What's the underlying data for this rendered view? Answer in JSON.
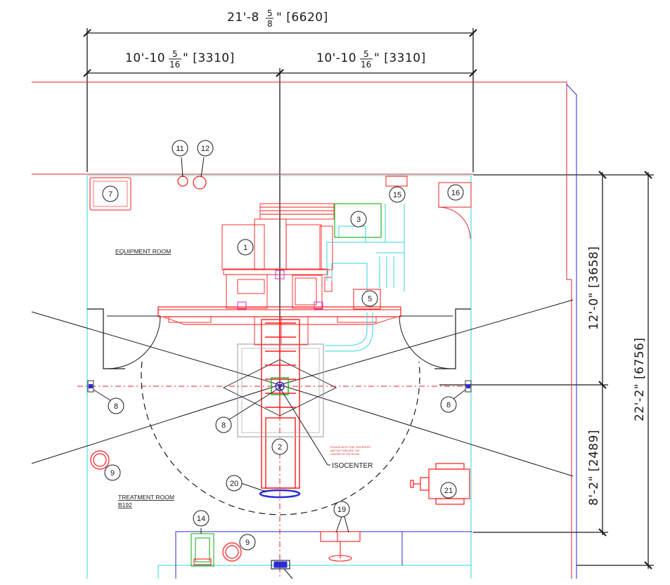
{
  "dimensions": {
    "overall_width": {
      "main": "21'-8",
      "num": "5",
      "den": "8",
      "tail": "\" [6620]"
    },
    "left_half": {
      "main": "10'-10",
      "num": "5",
      "den": "16",
      "tail": "\" [3310]"
    },
    "right_half": {
      "main": "10'-10",
      "num": "5",
      "den": "16",
      "tail": "\" [3310]"
    },
    "upper_depth": "12'-0\" [3658]",
    "lower_depth": "8'-2\" [2489]",
    "overall_depth": "22'-2\" [6756]"
  },
  "rooms": {
    "equipment": "EQUIPMENT ROOM",
    "treatment": "TREATMENT ROOM",
    "treatment_number": "B192"
  },
  "labels": {
    "isocenter": "ISOCENTER",
    "note_line1": "PLEASE NOTE THAT ISOCENTER",
    "note_line2": "MAY NOT INDICATE THE",
    "note_line3": "CENTER OF THE ROOM"
  },
  "callouts": {
    "c1": "1",
    "c2": "2",
    "c3": "3",
    "c5": "5",
    "c7": "7",
    "c8a": "8",
    "c8b": "8",
    "c8c": "8",
    "c9a": "9",
    "c9b": "9",
    "c11": "11",
    "c12": "12",
    "c14": "14",
    "c15": "15",
    "c16": "16",
    "c19": "19",
    "c20": "20",
    "c21": "21"
  },
  "colors": {
    "wall": "#e0222a",
    "equipment": "#ff1a1a",
    "room_outline": "#33d6e0",
    "boundary": "#2b2bd6",
    "green_unit": "#22b522",
    "magenta": "#d02cd0",
    "dimension": "#1a1a1a"
  }
}
